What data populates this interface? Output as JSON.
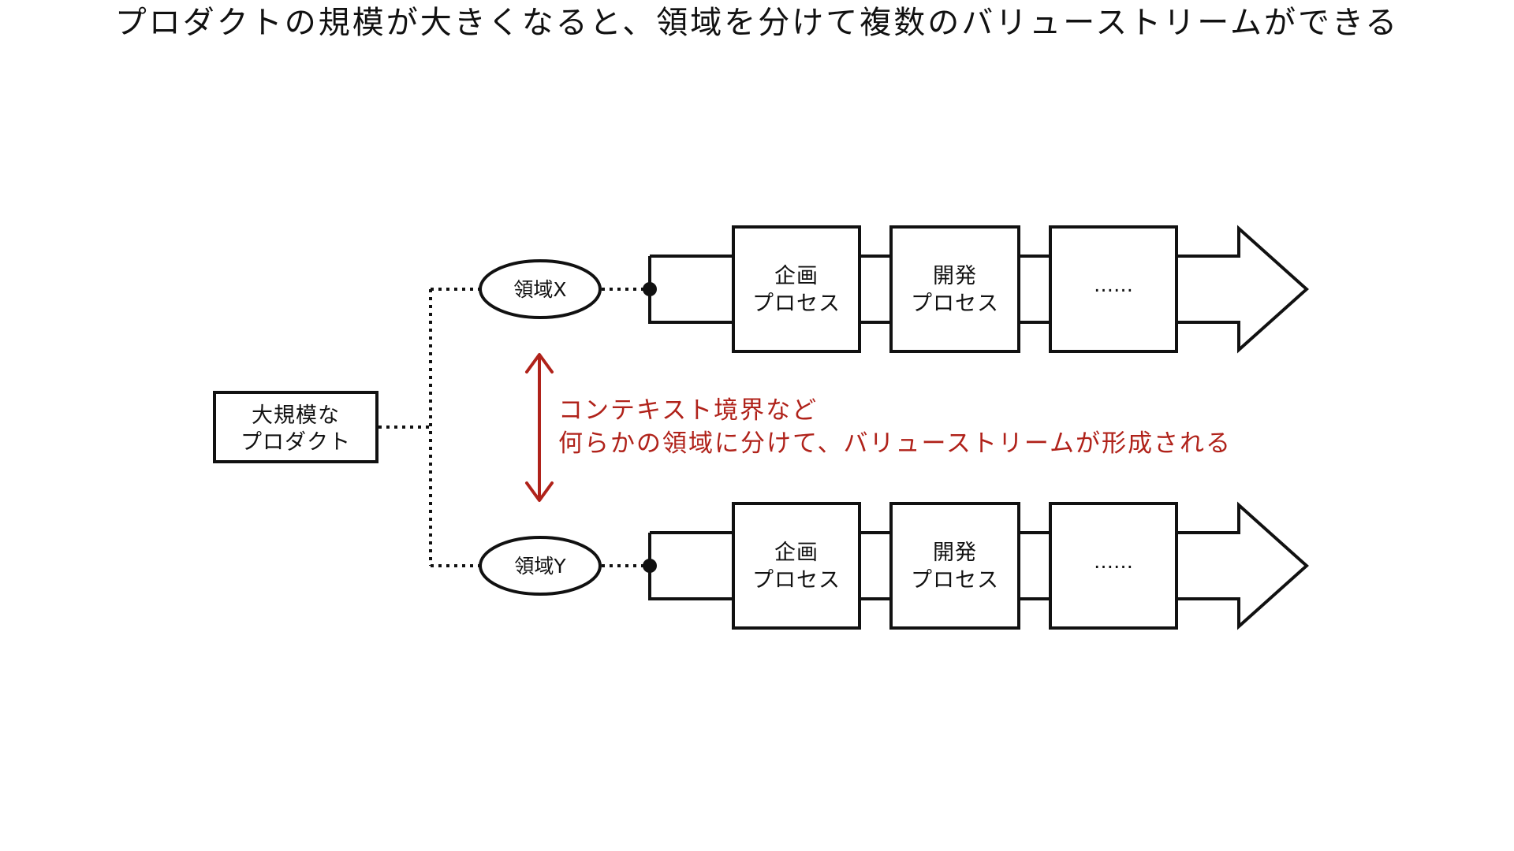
{
  "title": "プロダクトの規模が大きくなると、領域を分けて複数のバリューストリームができる",
  "colors": {
    "ink": "#111111",
    "accent_red": "#b0221a",
    "background": "#ffffff"
  },
  "product": {
    "line1": "大規模な",
    "line2": "プロダクト"
  },
  "domains": [
    {
      "label": "領域X",
      "steps": [
        {
          "line1": "企画",
          "line2": "プロセス"
        },
        {
          "line1": "開発",
          "line2": "プロセス"
        },
        {
          "line1": "……",
          "line2": ""
        }
      ]
    },
    {
      "label": "領域Y",
      "steps": [
        {
          "line1": "企画",
          "line2": "プロセス"
        },
        {
          "line1": "開発",
          "line2": "プロセス"
        },
        {
          "line1": "……",
          "line2": ""
        }
      ]
    }
  ],
  "annotation": {
    "line1": "コンテキスト境界など",
    "line2": "何らかの領域に分けて、バリューストリームが形成される"
  }
}
